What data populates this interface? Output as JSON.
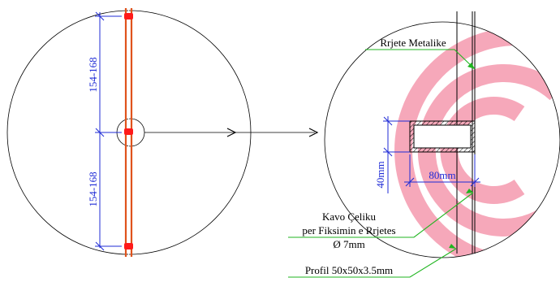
{
  "left_view": {
    "upper_dimension": "154-168",
    "lower_dimension": "154-168"
  },
  "detail_view": {
    "height_dimension": "40mm",
    "width_dimension": "80mm"
  },
  "labels": {
    "mesh": "Rrjete Metalike",
    "cable_line1": "Kavo Çeliku",
    "cable_line2": "per Fiksimin e Rrjetes",
    "cable_line3": "Ø 7mm",
    "profile": "Profil 50x50x3.5mm"
  },
  "colors": {
    "dimension": "#1f2bd6",
    "leader": "#1fb51f",
    "post": "#e0531c",
    "anchor": "#ff1a1a",
    "watermark": "#f27a96"
  },
  "watermark": {
    "type": "logo",
    "text": ""
  }
}
